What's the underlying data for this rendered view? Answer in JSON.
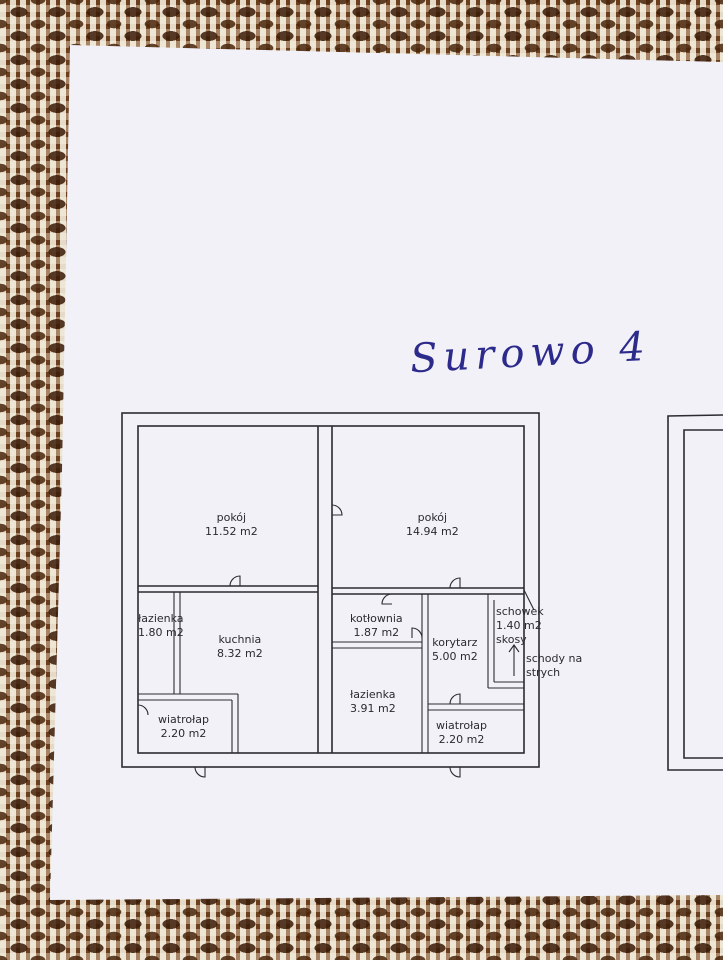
{
  "title": "Surowo 4",
  "rooms": {
    "pokoj_left": {
      "name": "pokój",
      "area": "11.52 m2"
    },
    "pokoj_right": {
      "name": "pokój",
      "area": "14.94 m2"
    },
    "lazienka_left": {
      "name": "łazienka",
      "area": "1.80 m2"
    },
    "kuchnia": {
      "name": "kuchnia",
      "area": "8.32 m2"
    },
    "kotlownia": {
      "name": "kotłownia",
      "area": "1.87 m2"
    },
    "korytarz": {
      "name": "korytarz",
      "area": "5.00 m2"
    },
    "schowek": {
      "name": "schowek",
      "area": "1.40 m2",
      "note": "skosy"
    },
    "schody": {
      "line1": "schody na",
      "line2": "strych"
    },
    "lazienka_mid": {
      "name": "łazienka",
      "area": "3.91 m2"
    },
    "wiatrolap_left": {
      "name": "wiatrołap",
      "area": "2.20 m2"
    },
    "wiatrolap_right": {
      "name": "wiatrołap",
      "area": "2.20 m2"
    }
  },
  "colors": {
    "paper": "#f1f1f7",
    "ink_print": "#2b2b30",
    "ink_pen": "#2c2a8a",
    "lace": "#f0e8d6",
    "table": "#7a4a24"
  }
}
